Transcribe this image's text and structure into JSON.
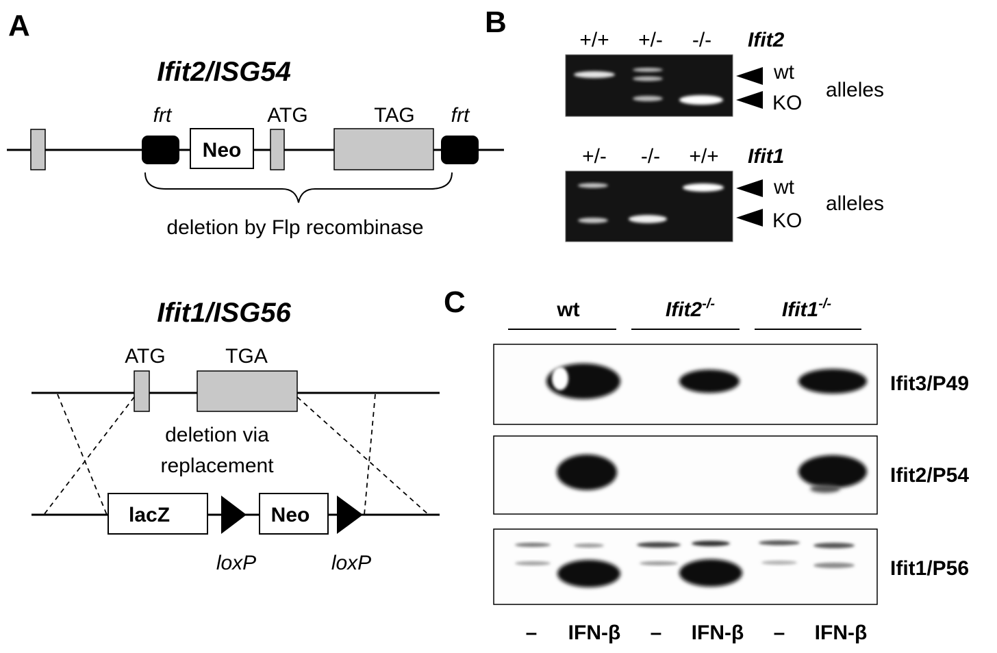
{
  "panels": {
    "a": "A",
    "b": "B",
    "c": "C"
  },
  "panel_a": {
    "ifit2": {
      "title": "Ifit2/ISG54",
      "frt_left": "frt",
      "frt_right": "frt",
      "atg": "ATG",
      "tag": "TAG",
      "neo": "Neo",
      "deletion": "deletion by Flp recombinase"
    },
    "ifit1": {
      "title": "Ifit1/ISG56",
      "atg": "ATG",
      "tga": "TGA",
      "deletion_line1": "deletion via",
      "deletion_line2": "replacement",
      "lacz": "lacZ",
      "neo": "Neo",
      "loxp_left": "loxP",
      "loxp_right": "loxP"
    }
  },
  "panel_b": {
    "gel1": {
      "gene": "Ifit2",
      "lanes": [
        "+/+",
        "+/-",
        "-/-"
      ],
      "wt": "wt",
      "ko": "KO",
      "alleles": "alleles"
    },
    "gel2": {
      "gene": "Ifit1",
      "lanes": [
        "+/-",
        "-/-",
        "+/+"
      ],
      "wt": "wt",
      "ko": "KO",
      "alleles": "alleles"
    }
  },
  "panel_c": {
    "groups": [
      {
        "name": "wt",
        "sup": ""
      },
      {
        "name": "Ifit2",
        "sup": "-/-"
      },
      {
        "name": "Ifit1",
        "sup": "-/-"
      }
    ],
    "blots": [
      "Ifit3/P49",
      "Ifit2/P54",
      "Ifit1/P56"
    ],
    "treatments": [
      "–",
      "IFN-β",
      "–",
      "IFN-β",
      "–",
      "IFN-β"
    ]
  }
}
